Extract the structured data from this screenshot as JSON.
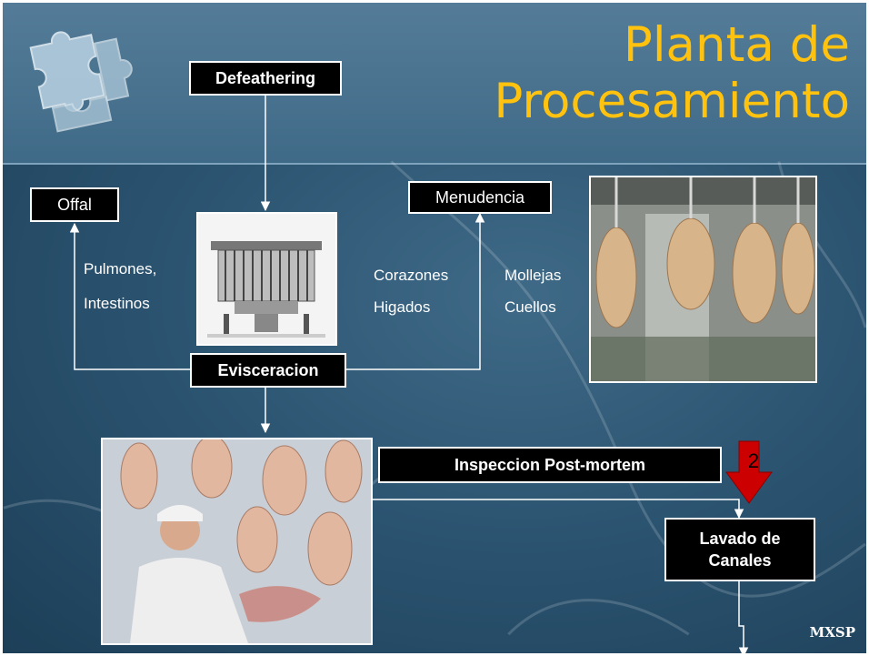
{
  "title": "Planta de Procesamiento",
  "boxes": {
    "defeathering": "Defeathering",
    "offal": "Offal",
    "menudencia": "Menudencia",
    "evisceracion": "Evisceracion",
    "inspeccion": "Inspeccion Post-mortem",
    "lavado_line1": "Lavado de",
    "lavado_line2": "Canales"
  },
  "labels": {
    "pulmones": "Pulmones,",
    "intestinos": "Intestinos",
    "corazones": "Corazones",
    "higados": "Higados",
    "mollejas": "Mollejas",
    "cuellos": "Cuellos"
  },
  "step_number": "2",
  "signature": "MXSP",
  "colors": {
    "title": "#ffc20e",
    "background": "#2c5572",
    "box": "#000000",
    "arrow": "#cc0000"
  }
}
